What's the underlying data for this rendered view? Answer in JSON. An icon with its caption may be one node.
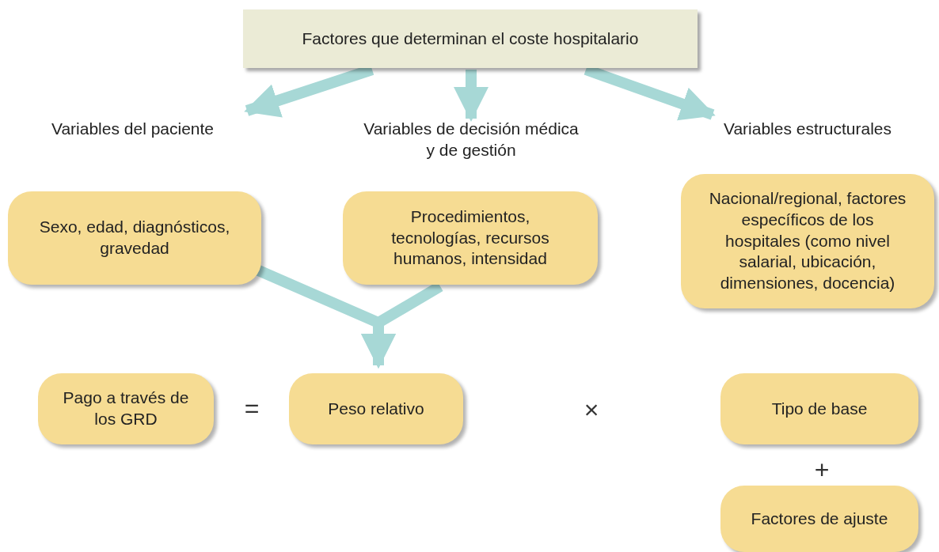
{
  "diagram": {
    "nodes": [
      {
        "text": [
          "Factores que determinan el coste hospitalario"
        ]
      },
      {
        "text": [
          "Variables del paciente"
        ]
      },
      {
        "text": [
          "Variables de decisión médica y de gestión"
        ]
      },
      {
        "text": [
          "Variables estructurales"
        ]
      },
      {
        "text": [
          "Sexo, edad, diagnósticos, gravedad"
        ]
      },
      {
        "text": [
          "Procedimientos, tecnologías, recursos humanos, intensidad"
        ]
      },
      {
        "text": [
          "Nacional/regional, factores específicos de los hospitales (como nivel salarial, ubicación, dimensiones, docencia)"
        ]
      },
      {
        "text": [
          "Pago a través de los GRD"
        ]
      },
      {
        "text": [
          "Peso relativo"
        ]
      },
      {
        "text": [
          "Tipo de base"
        ]
      },
      {
        "text": [
          "Factores de ajuste"
        ]
      }
    ],
    "edges": [
      {
        "from": 0,
        "to": 1,
        "arrow": "to"
      },
      {
        "from": 0,
        "to": 2,
        "arrow": "to"
      },
      {
        "from": 0,
        "to": 3,
        "arrow": "to"
      },
      {
        "from": 4,
        "to": 8,
        "arrow": "to"
      },
      {
        "from": 5,
        "to": 8,
        "arrow": "to"
      }
    ],
    "labels": [
      "=",
      "×",
      "+"
    ]
  }
}
